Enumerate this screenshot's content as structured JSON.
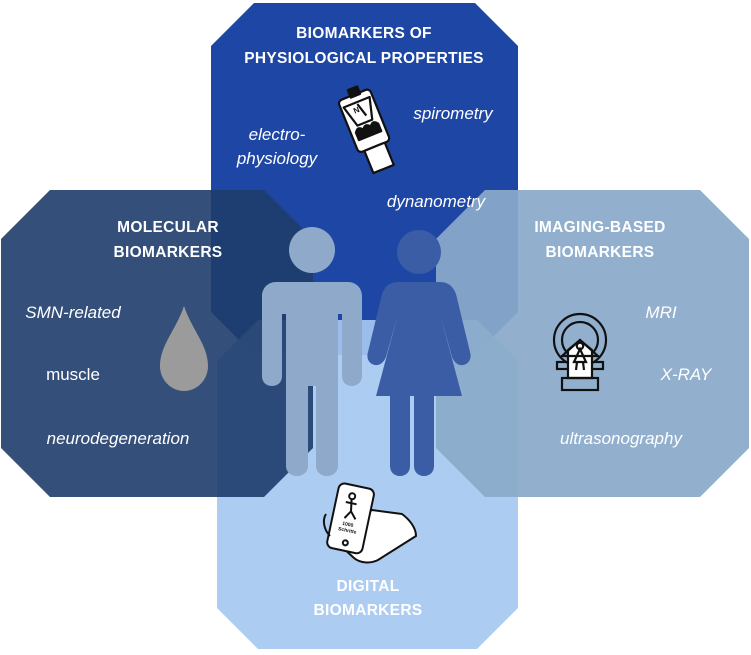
{
  "colors": {
    "top": "#1e46a5",
    "left": "#1e3c6b",
    "right": "#8aaac9",
    "bottom": "#a6c8f1",
    "man": "#8ea9c9",
    "woman": "#3b5da6",
    "drop": "#9b9b9b"
  },
  "physiological": {
    "title_line1": "BIOMARKERS OF",
    "title_line2": "PHYSIOLOGICAL PROPERTIES",
    "items": [
      "spirometry",
      "electro-",
      "physiology",
      "dynanometry"
    ],
    "icon": "spirometer-icon"
  },
  "molecular": {
    "title_line1": "MOLECULAR",
    "title_line2": "BIOMARKERS",
    "items": [
      "SMN-related",
      "muscle",
      "neurodegeneration"
    ],
    "icon": "drop-icon"
  },
  "imaging": {
    "title_line1": "IMAGING-BASED",
    "title_line2": "BIOMARKERS",
    "items": [
      "MRI",
      "X-RAY",
      "ultrasonography"
    ],
    "icon": "mri-scanner-icon"
  },
  "digital": {
    "title_line1": "DIGITAL",
    "title_line2": "BIOMARKERS",
    "phone_text_line1": "1000",
    "phone_text_line2": "Schritte",
    "icon": "smartphone-hand-icon"
  },
  "figures": {
    "man_icon": "man-icon",
    "woman_icon": "woman-icon"
  }
}
